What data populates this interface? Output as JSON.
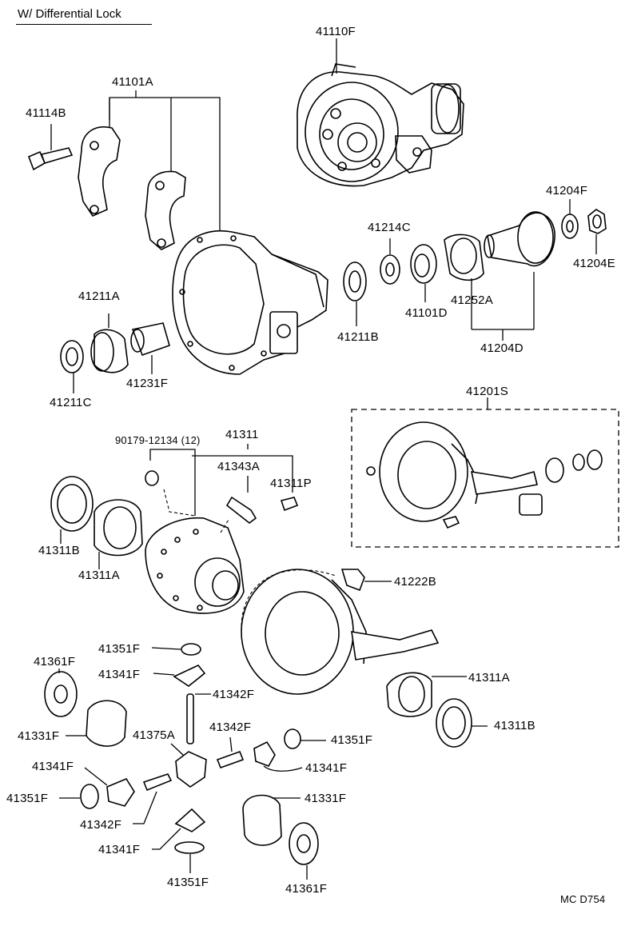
{
  "header": {
    "title": "W/ Differential Lock"
  },
  "labels": {
    "p41110F": "41110F",
    "p41101A": "41101A",
    "p41114B": "41114B",
    "p41204F": "41204F",
    "p41214C": "41214C",
    "p41204E": "41204E",
    "p41211A": "41211A",
    "p41252A": "41252A",
    "p41101D": "41101D",
    "p41211B": "41211B",
    "p41204D": "41204D",
    "p41231F": "41231F",
    "p41211C": "41211C",
    "p41201S": "41201S",
    "p90179": "90179-12134 (12)",
    "p41311": "41311",
    "p41343A": "41343A",
    "p41311P": "41311P",
    "p41311B_left": "41311B",
    "p41311A_left": "41311A",
    "p41222B": "41222B",
    "p41351F_a": "41351F",
    "p41341F_a": "41341F",
    "p41361F_left": "41361F",
    "p41342F_a": "41342F",
    "p41311A_right": "41311A",
    "p41331F_left": "41331F",
    "p41375A": "41375A",
    "p41342F_b": "41342F",
    "p41351F_b": "41351F",
    "p41311B_right": "41311B",
    "p41341F_b": "41341F",
    "p41341F_c": "41341F",
    "p41351F_c": "41351F",
    "p41331F_right": "41331F",
    "p41342F_c": "41342F",
    "p41341F_d": "41341F",
    "p41351F_d": "41351F",
    "p41361F_right": "41361F"
  },
  "footer": {
    "code": "MC D754"
  }
}
